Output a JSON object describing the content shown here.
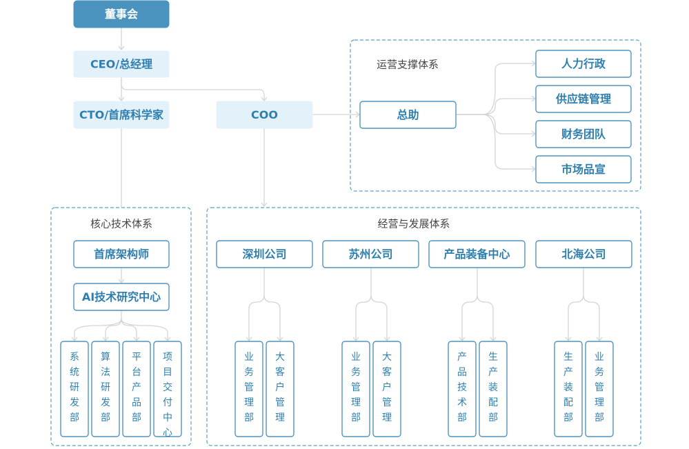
{
  "board": {
    "label": "董事会"
  },
  "ceo": {
    "label": "CEO/总经理"
  },
  "cto": {
    "label": "CTO/首席科学家"
  },
  "coo": {
    "label": "COO"
  },
  "operations_support": {
    "title": "运营支撑体系",
    "assistant": "总助",
    "departments": [
      "人力行政",
      "供应链管理",
      "财务团队",
      "市场品宣"
    ]
  },
  "core_tech": {
    "title": "核心技术体系",
    "chief_architect": "首席架构师",
    "ai_center": "AI技术研究中心",
    "departments": [
      "系统研发部",
      "算法研发部",
      "平台产品部",
      "项目交付中心"
    ]
  },
  "business_dev": {
    "title": "经营与发展体系",
    "units": [
      {
        "name": "深圳公司",
        "departments": [
          "业务管理部",
          "大客户管理"
        ]
      },
      {
        "name": "苏州公司",
        "departments": [
          "业务管理部",
          "大客户管理"
        ]
      },
      {
        "name": "产品装备中心",
        "departments": [
          "产品技术部",
          "生产装配部"
        ]
      },
      {
        "name": "北海公司",
        "departments": [
          "生产装配部",
          "业务管理部"
        ]
      }
    ]
  }
}
